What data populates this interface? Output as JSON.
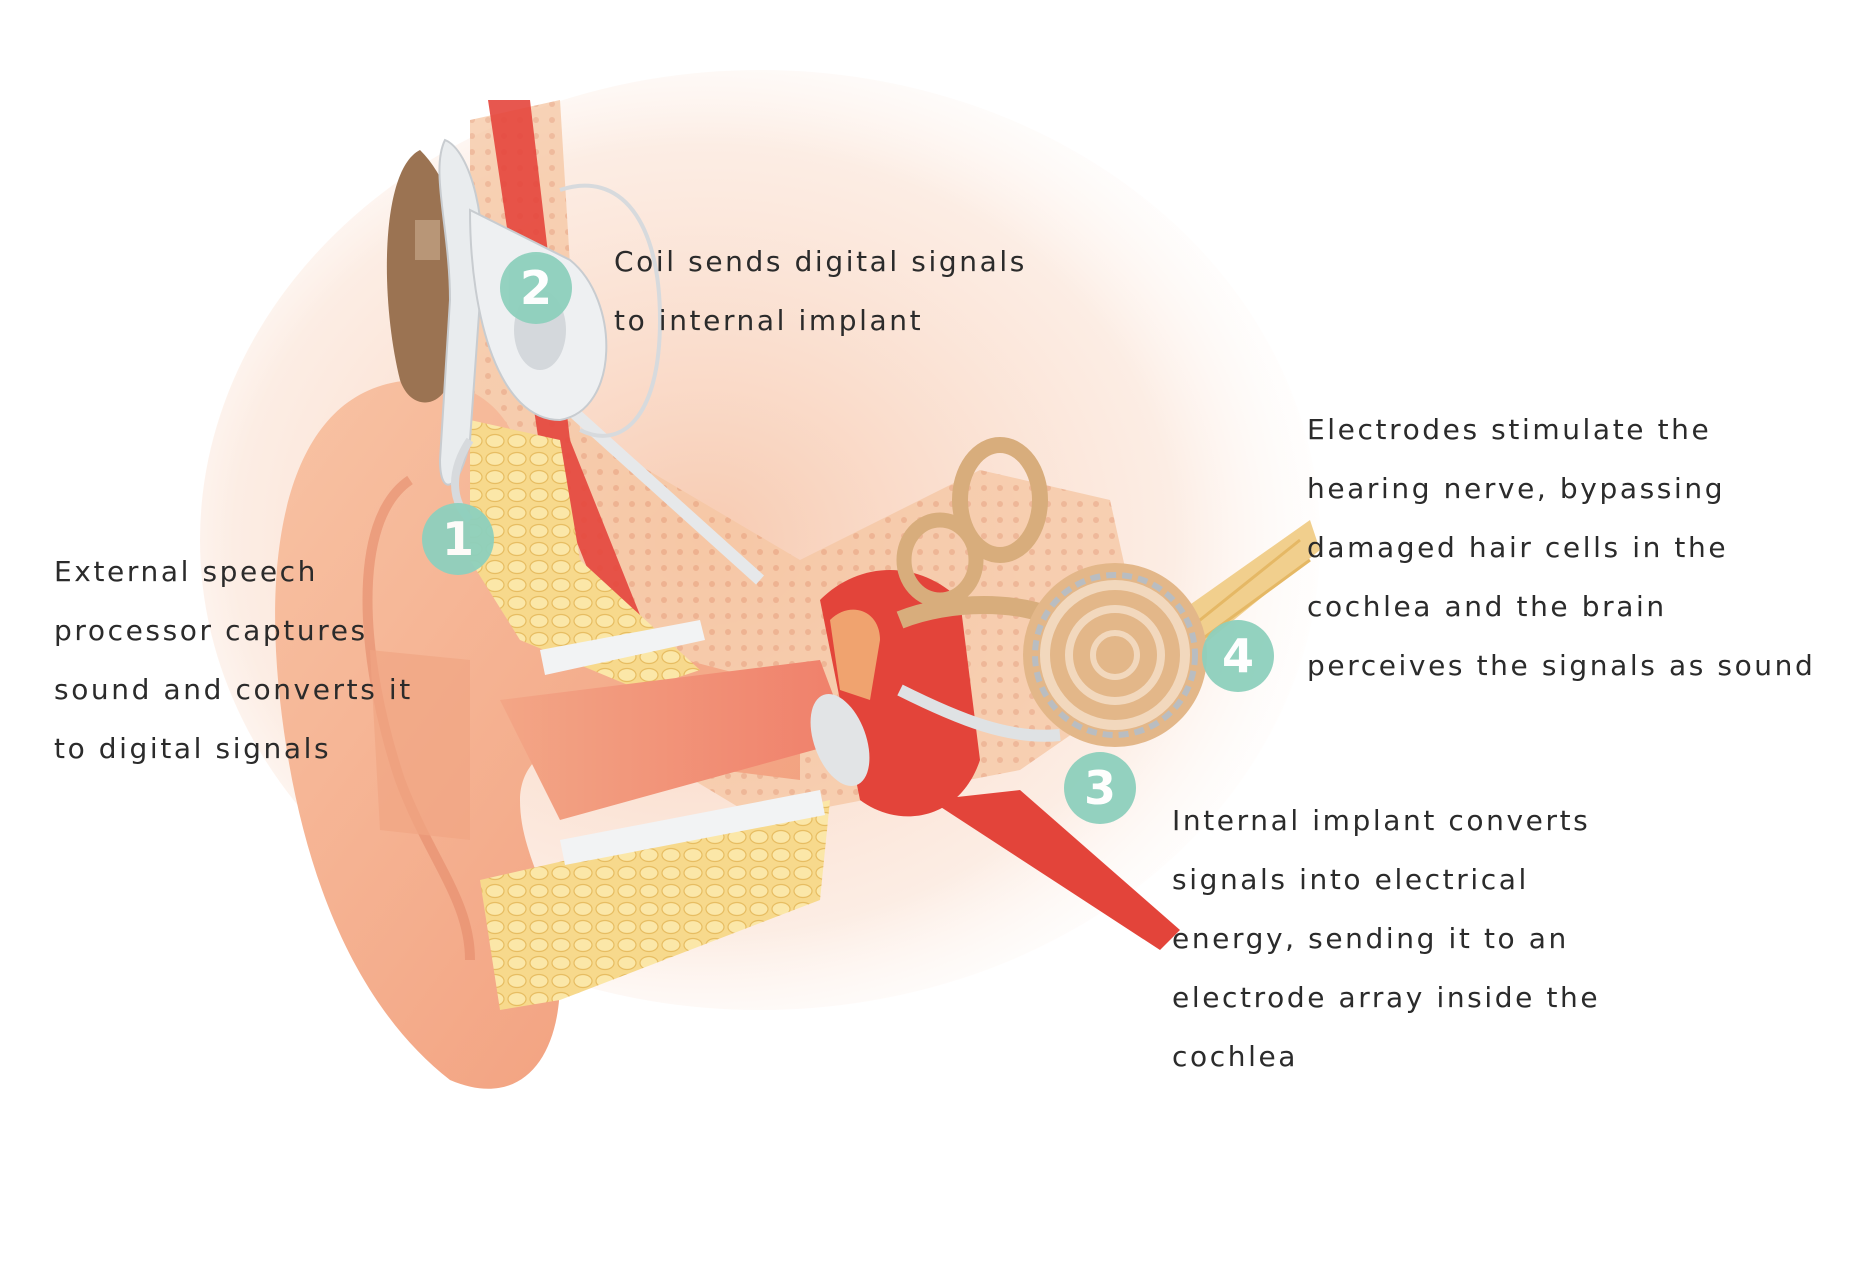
{
  "steps": [
    {
      "number": "1",
      "lines": [
        "External speech",
        "processor captures",
        "sound and converts it",
        "to digital signals"
      ]
    },
    {
      "number": "2",
      "lines": [
        "Coil sends digital signals",
        "to internal implant"
      ]
    },
    {
      "number": "3",
      "lines": [
        "Internal implant converts",
        "signals into electrical",
        "energy, sending it to an",
        "electrode array inside the",
        "cochlea"
      ]
    },
    {
      "number": "4",
      "lines": [
        "Electrodes stimulate the",
        "hearing nerve, bypassing",
        "damaged hair cells in the",
        "cochlea and the brain",
        "perceives the signals as sound"
      ]
    }
  ],
  "colors": {
    "badge": "#8ed0bd",
    "text": "#2b2b2b",
    "skin": "#f6b493",
    "bone": "#f4c9a6",
    "fat": "#f5d27c",
    "muscle": "#e4453c",
    "device": "#e9ecee",
    "processor": "#9b7352"
  }
}
